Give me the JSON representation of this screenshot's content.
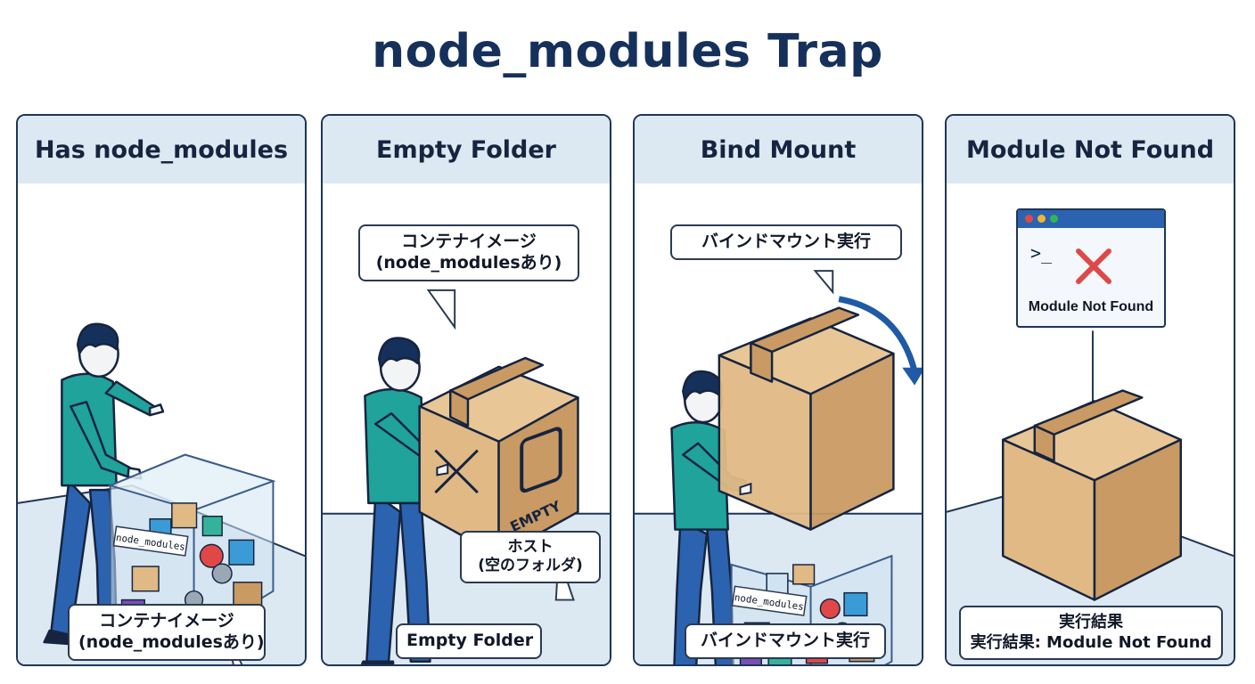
{
  "title": "node_modules Trap",
  "panels": [
    {
      "heading": "Has node_modules",
      "box_tag": "node_modules",
      "bottom_label": [
        "コンテナイメージ",
        "(node_modulesあり)"
      ]
    },
    {
      "heading": "Empty Folder",
      "callout_top": [
        "コンテナイメージ",
        "(node_modulesあり)"
      ],
      "box_text": "EMPTY",
      "callout_host": [
        "ホスト",
        "(空のフォルダ)"
      ],
      "bottom_label": "Empty Folder"
    },
    {
      "heading": "Bind Mount",
      "callout_top": "バインドマウント実行",
      "box_tag": "node_modules",
      "bottom_label": "バインドマウント実行"
    },
    {
      "heading": "Module Not Found",
      "terminal_prompt": ">_",
      "terminal_error": "Module Not Found",
      "bottom_label": [
        "実行結果",
        "実行結果: Module Not Found"
      ]
    }
  ],
  "colors": {
    "navy": "#16305c",
    "header_bg": "#dce8f2",
    "floor": "#dce8f2",
    "box": "#e0b985",
    "box_dark": "#c99a63",
    "shirt": "#1fa39a",
    "pants": "#2b63b0",
    "error": "#e04848",
    "arrow": "#1f5aa6"
  }
}
